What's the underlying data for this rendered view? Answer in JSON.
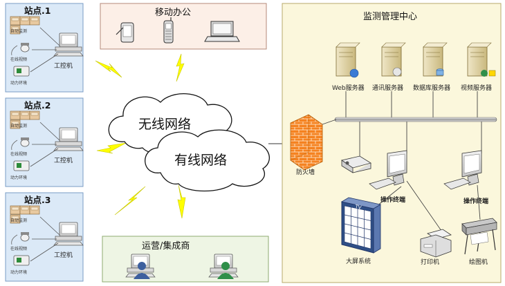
{
  "sites": [
    {
      "title": "站点.1",
      "items": [
        "自动监测",
        "在线视频",
        "动力环境"
      ],
      "pc": "工控机"
    },
    {
      "title": "站点.2",
      "items": [
        "自动监测",
        "在线视频",
        "动力环境"
      ],
      "pc": "工控机"
    },
    {
      "title": "站点.3",
      "items": [
        "自动监测",
        "在线视频",
        "动力环境"
      ],
      "pc": "工控机"
    }
  ],
  "mobile": {
    "title": "移动办公",
    "icons": [
      "pda-icon",
      "mobile-phone-icon",
      "laptop-icon"
    ]
  },
  "operator": {
    "title": "运营/集成商",
    "icons": [
      "user-workstation-icon",
      "user-workstation-icon"
    ]
  },
  "networks": {
    "wireless": "无线网络",
    "wired": "有线网络"
  },
  "center": {
    "title": "监测管理中心",
    "servers": [
      "Web服务器",
      "通讯服务器",
      "数据库服务器",
      "视频服务器"
    ],
    "firewall": "防火墙",
    "terminal1": "操作终端",
    "terminal2": "操作终端",
    "bigscreen": "大屏系统",
    "bigscreen_badge": "TV",
    "printer": "打印机",
    "plotter": "绘图机"
  },
  "colors": {
    "site_bg": "#dbe9f7",
    "mobile_bg": "#fcefe7",
    "operator_bg": "#eef5e4",
    "center_bg": "#fbf7dc",
    "lightning": "#ffff00",
    "firewall": "#f58220"
  }
}
